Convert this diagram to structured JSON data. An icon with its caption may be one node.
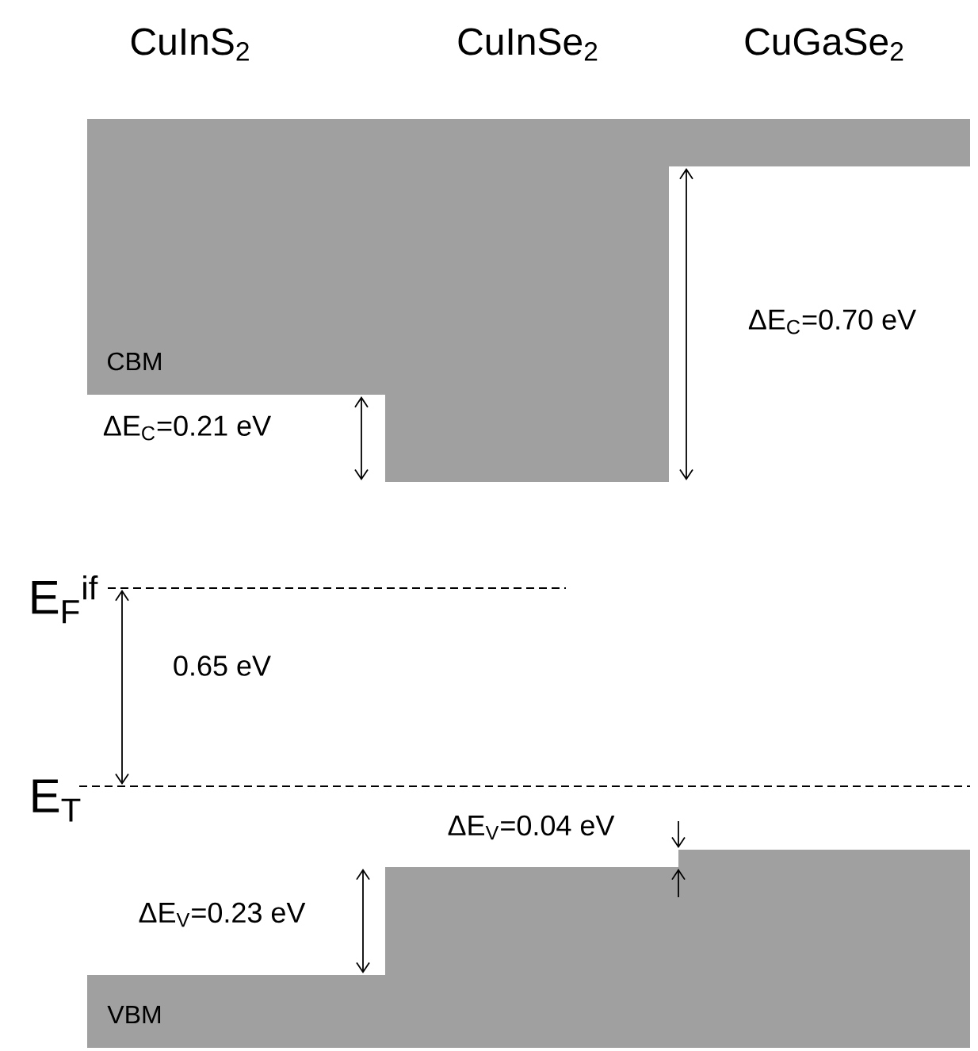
{
  "diagram": {
    "nodes": [
      {
        "text": [
          "CBM"
        ]
      },
      {
        "text": [
          "VBM"
        ]
      }
    ],
    "labels": [
      "CuInS$_{2}$",
      "CuInSe$_{2}$",
      "CuGaSe$_{2}$",
      "ΔE$_{C}$=0.70 eV",
      "ΔE$_{C}$=0.21 eV",
      "E$_{F}$$^{if}$",
      "0.65 eV",
      "E$_{T}$",
      "ΔE$_{V}$=0.04 eV",
      "ΔE$_{V}$=0.23 eV"
    ]
  }
}
